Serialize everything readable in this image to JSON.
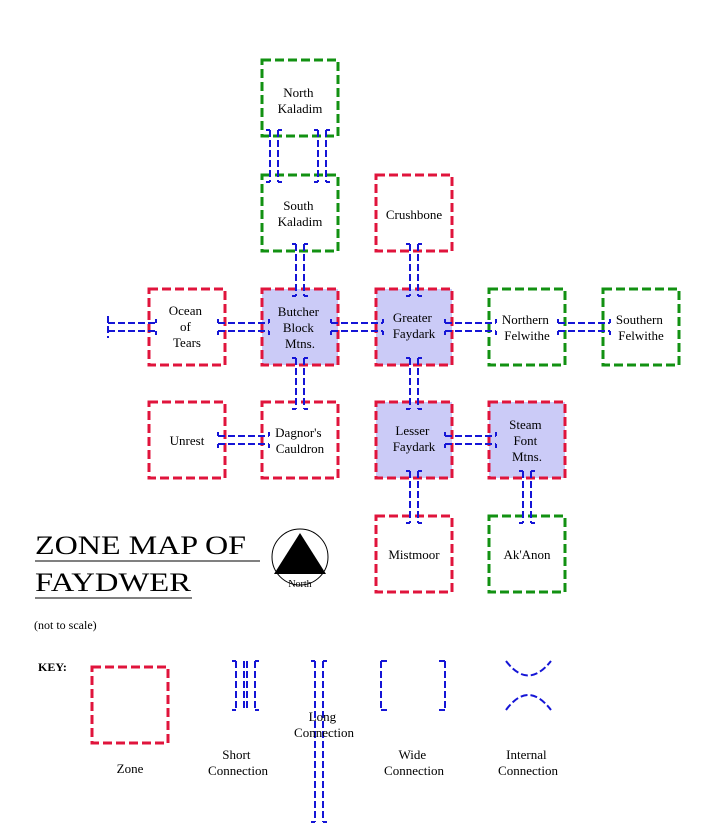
{
  "title": {
    "line1": "ZONE MAP OF",
    "line2": "FAYDWER",
    "note": "(not to scale)"
  },
  "compass": {
    "label": "North"
  },
  "colors": {
    "zone_red": "#e0143c",
    "zone_green": "#129112",
    "highlight_fill": "#cbcbf7",
    "connection_blue": "#1515d6"
  },
  "zones": {
    "north_kaladim": {
      "lines": [
        "North",
        "Kaladim"
      ],
      "border": "green",
      "highlight": false
    },
    "south_kaladim": {
      "lines": [
        "South",
        "Kaladim"
      ],
      "border": "green",
      "highlight": false
    },
    "crushbone": {
      "lines": [
        "Crushbone"
      ],
      "border": "red",
      "highlight": false
    },
    "ocean_of_tears": {
      "lines": [
        "Ocean",
        "of",
        "Tears"
      ],
      "border": "red",
      "highlight": false
    },
    "butcher_block": {
      "lines": [
        "Butcher",
        "Block",
        "Mtns."
      ],
      "border": "red",
      "highlight": true
    },
    "greater_faydark": {
      "lines": [
        "Greater",
        "Faydark"
      ],
      "border": "red",
      "highlight": true
    },
    "northern_felwithe": {
      "lines": [
        "Northern",
        "Felwithe"
      ],
      "border": "green",
      "highlight": false
    },
    "southern_felwithe": {
      "lines": [
        "Southern",
        "Felwithe"
      ],
      "border": "green",
      "highlight": false
    },
    "unrest": {
      "lines": [
        "Unrest"
      ],
      "border": "red",
      "highlight": false
    },
    "dagnors_cauldron": {
      "lines": [
        "Dagnor's",
        "Cauldron"
      ],
      "border": "red",
      "highlight": false
    },
    "lesser_faydark": {
      "lines": [
        "Lesser",
        "Faydark"
      ],
      "border": "red",
      "highlight": true
    },
    "steamfont": {
      "lines": [
        "Steam",
        "Font",
        "Mtns."
      ],
      "border": "red",
      "highlight": true
    },
    "mistmoor": {
      "lines": [
        "Mistmoor"
      ],
      "border": "red",
      "highlight": false
    },
    "akanon": {
      "lines": [
        "Ak'Anon"
      ],
      "border": "green",
      "highlight": false
    }
  },
  "key": {
    "heading": "KEY:",
    "zone": "Zone",
    "short": [
      "Short",
      "Connection"
    ],
    "long": [
      "Long",
      "Connection"
    ],
    "wide": [
      "Wide",
      "Connection"
    ],
    "internal": [
      "Internal",
      "Connection"
    ]
  }
}
